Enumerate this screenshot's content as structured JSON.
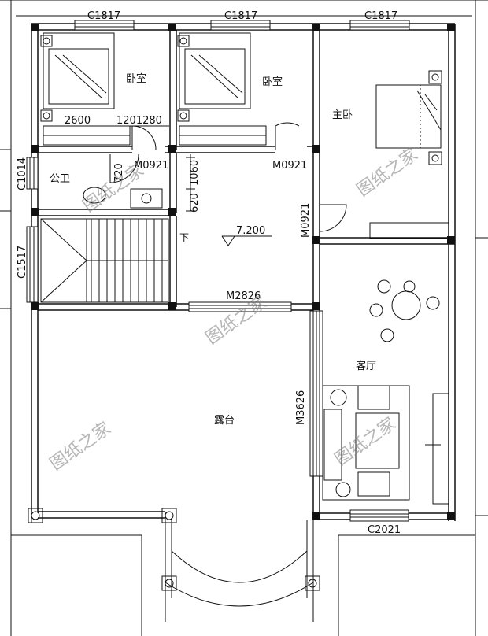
{
  "windows": {
    "w1": "C1817",
    "w2": "C1817",
    "w3": "C1817",
    "w_left_bath": "C1014",
    "w_left_stair": "C1517",
    "w_bottom": "C2021"
  },
  "doors": {
    "bath_bed": "M0921",
    "bed2": "M0921",
    "master": "M0921",
    "terrace": "M2826",
    "living": "M3626"
  },
  "rooms": {
    "bedroom1": "卧室",
    "bedroom2": "卧室",
    "master": "主卧",
    "bath": "公卫",
    "living": "客厅",
    "terrace": "露台"
  },
  "dims": {
    "d2600": "2600",
    "d1201280": "1201280",
    "d720": "720",
    "d1060": "1060",
    "d620": "620"
  },
  "level": {
    "elevation": "7.200",
    "down": "下"
  },
  "watermark": "图纸之家"
}
